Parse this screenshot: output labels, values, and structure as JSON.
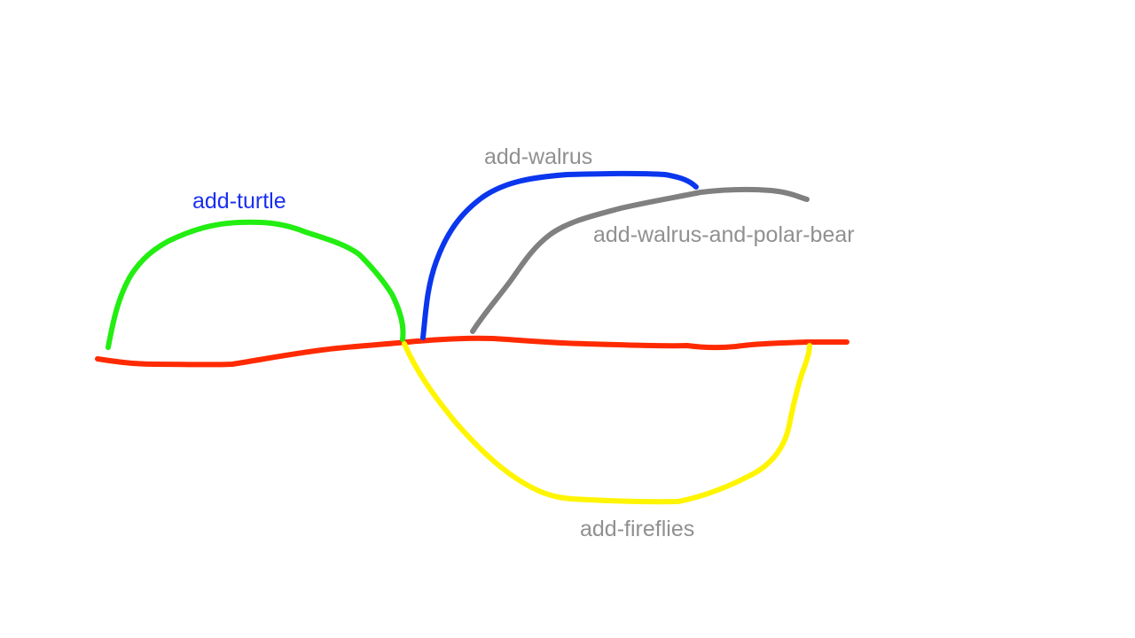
{
  "diagram": {
    "branches": [
      {
        "id": "main",
        "label": "",
        "color": "#ff2a00"
      },
      {
        "id": "turtle",
        "label": "add-turtle",
        "color": "#22ee11",
        "label_color": "#1a2ff0"
      },
      {
        "id": "walrus",
        "label": "add-walrus",
        "color": "#0a36ee",
        "label_color": "#909090"
      },
      {
        "id": "walrus-and-polar-bear",
        "label": "add-walrus-and-polar-bear",
        "color": "#808080",
        "label_color": "#909090"
      },
      {
        "id": "fireflies",
        "label": "add-fireflies",
        "color": "#fff500",
        "label_color": "#909090"
      }
    ]
  }
}
